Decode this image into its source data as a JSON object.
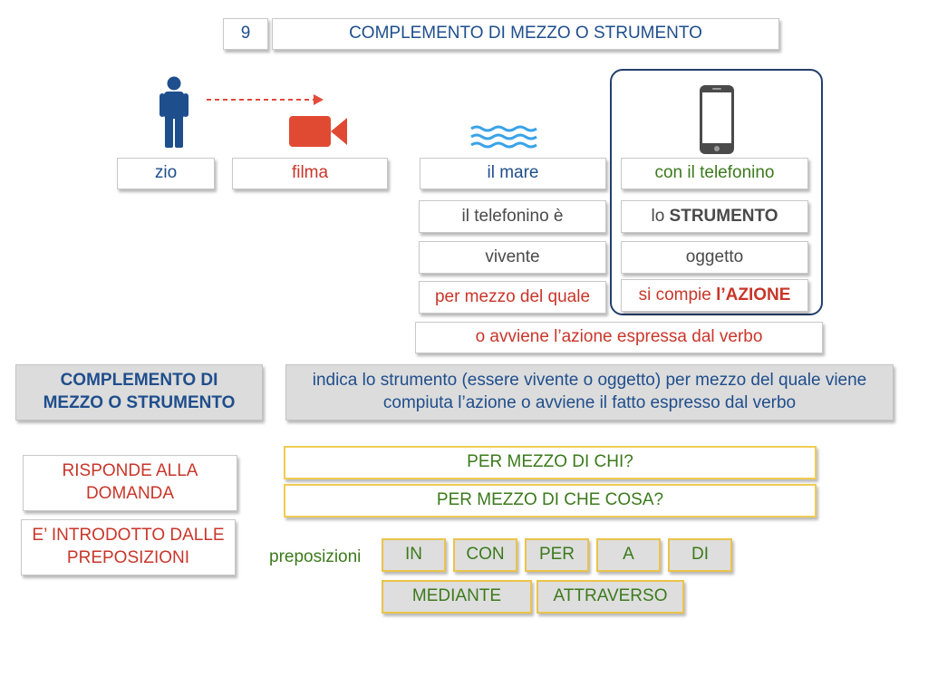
{
  "header": {
    "number": "9",
    "title": "COMPLEMENTO DI MEZZO O STRUMENTO"
  },
  "sentence": {
    "subject": "zio",
    "verb": "filma",
    "object": "il mare",
    "complement": "con il telefonino"
  },
  "analysis": {
    "row1_left": "il telefonino è",
    "row1_right_prefix": "lo ",
    "row1_right_bold": "STRUMENTO",
    "row2_left": "vivente",
    "row2_right": "oggetto",
    "row3_left": "per mezzo del quale",
    "row3_right_prefix": "si compie ",
    "row3_right_bold": "l’AZIONE",
    "row4": "o avviene l’azione espressa dal verbo"
  },
  "definition": {
    "term": "COMPLEMENTO DI MEZZO O STRUMENTO",
    "text": "indica lo strumento (essere vivente o oggetto) per mezzo del quale viene compiuta l’azione o avviene il fatto espresso dal verbo"
  },
  "questions": {
    "label": "RISPONDE ALLA DOMANDA",
    "q1": "PER MEZZO DI CHI?",
    "q2": "PER MEZZO DI CHE COSA?"
  },
  "prepositions": {
    "label": "E’ INTRODOTTO DALLE PREPOSIZIONI",
    "caption": "preposizioni",
    "items": [
      "IN",
      "CON",
      "PER",
      "A",
      "DI"
    ],
    "extra": [
      "MEDIANTE",
      "ATTRAVERSO"
    ]
  },
  "icons": {
    "person": "person-icon",
    "camera": "video-camera-icon",
    "waves": "waves-icon",
    "phone": "smartphone-icon",
    "arrow": "dashed-arrow-icon"
  },
  "colors": {
    "blue": "#1f4e8c",
    "red": "#c9362a",
    "green": "#3c7a1c",
    "wave": "#3aa3e8",
    "gold": "#f0cc55"
  }
}
